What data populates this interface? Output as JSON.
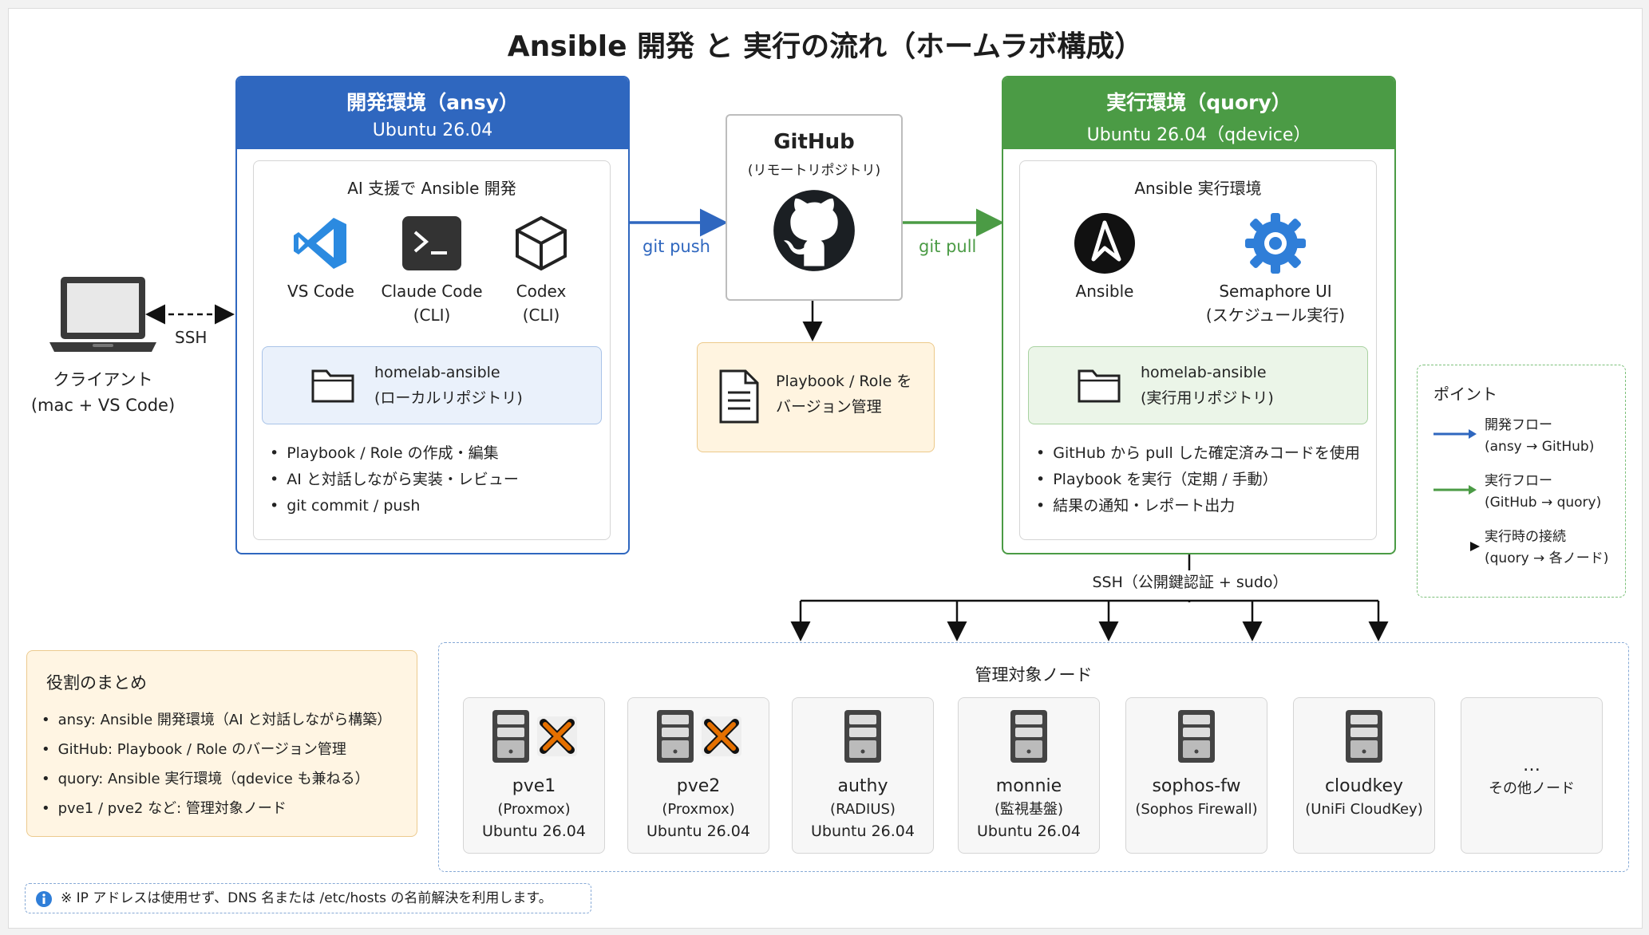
{
  "title": "Ansible 開発 と 実行の流れ（ホームラボ構成）",
  "client": {
    "label": "クライアント",
    "sub": "(mac + VS Code)",
    "link_label": "SSH"
  },
  "dev_env": {
    "title": "開発環境（ansy）",
    "os": "Ubuntu 26.04",
    "inner_title": "AI 支援で Ansible 開発",
    "tools": [
      {
        "icon": "vscode-icon",
        "label": "VS Code",
        "sub": ""
      },
      {
        "icon": "terminal-icon",
        "label": "Claude Code",
        "sub": "(CLI)"
      },
      {
        "icon": "cube-icon",
        "label": "Codex",
        "sub": "(CLI)"
      }
    ],
    "repo": {
      "name": "homelab-ansible",
      "desc": "(ローカルリポジトリ)"
    },
    "bullets": [
      "Playbook / Role の作成・編集",
      "AI と対話しながら実装・レビュー",
      "git commit / push"
    ],
    "accent": "#2f67bf"
  },
  "github": {
    "title": "GitHub",
    "subtitle": "(リモートリポジトリ)",
    "icon": "github-icon",
    "push_label": "git push",
    "pull_label": "git pull"
  },
  "playbook_box": {
    "line1": "Playbook / Role を",
    "line2": "バージョン管理",
    "icon": "document-icon"
  },
  "run_env": {
    "title": "実行環境（quory）",
    "os": "Ubuntu 26.04（qdevice）",
    "inner_title": "Ansible 実行環境",
    "tools": [
      {
        "icon": "ansible-icon",
        "label": "Ansible",
        "sub": ""
      },
      {
        "icon": "semaphore-icon",
        "label": "Semaphore UI",
        "sub": "(スケジュール実行)"
      }
    ],
    "repo": {
      "name": "homelab-ansible",
      "desc": "(実行用リポジトリ)"
    },
    "bullets": [
      "GitHub から pull した確定済みコードを使用",
      "Playbook を実行（定期 / 手動）",
      "結果の通知・レポート出力"
    ],
    "accent": "#4b9b45"
  },
  "ssh_label": "SSH（公開鍵認証 + sudo）",
  "legend": {
    "title": "ポイント",
    "items": [
      {
        "label": "開発フロー",
        "sub": "(ansy → GitHub)",
        "color": "#2f67bf"
      },
      {
        "label": "実行フロー",
        "sub": "(GitHub → quory)",
        "color": "#4b9b45"
      },
      {
        "label": "実行時の接続",
        "sub": "(quory → 各ノード)",
        "color": "#111111"
      }
    ]
  },
  "summary": {
    "title": "役割のまとめ",
    "items": [
      "ansy: Ansible 開発環境（AI と対話しながら構築）",
      "GitHub: Playbook / Role のバージョン管理",
      "quory: Ansible 実行環境（qdevice も兼ねる）",
      "pve1 / pve2 など: 管理対象ノード"
    ]
  },
  "nodes": {
    "title": "管理対象ノード",
    "items": [
      {
        "name": "pve1",
        "role": "(Proxmox)",
        "os": "Ubuntu 26.04",
        "icon": "server-icon",
        "badge": "proxmox-icon"
      },
      {
        "name": "pve2",
        "role": "(Proxmox)",
        "os": "Ubuntu 26.04",
        "icon": "server-icon",
        "badge": "proxmox-icon"
      },
      {
        "name": "authy",
        "role": "(RADIUS)",
        "os": "Ubuntu 26.04",
        "icon": "server-icon",
        "badge": ""
      },
      {
        "name": "monnie",
        "role": "(監視基盤)",
        "os": "Ubuntu 26.04",
        "icon": "server-icon",
        "badge": ""
      },
      {
        "name": "sophos-fw",
        "role": "(Sophos Firewall)",
        "os": "",
        "icon": "server-icon",
        "badge": ""
      },
      {
        "name": "cloudkey",
        "role": "(UniFi CloudKey)",
        "os": "",
        "icon": "server-icon",
        "badge": ""
      },
      {
        "name": "…",
        "role": "その他ノード",
        "os": "",
        "icon": "",
        "badge": ""
      }
    ]
  },
  "note": "※ IP アドレスは使用せず、DNS 名または /etc/hosts の名前解決を利用します。"
}
